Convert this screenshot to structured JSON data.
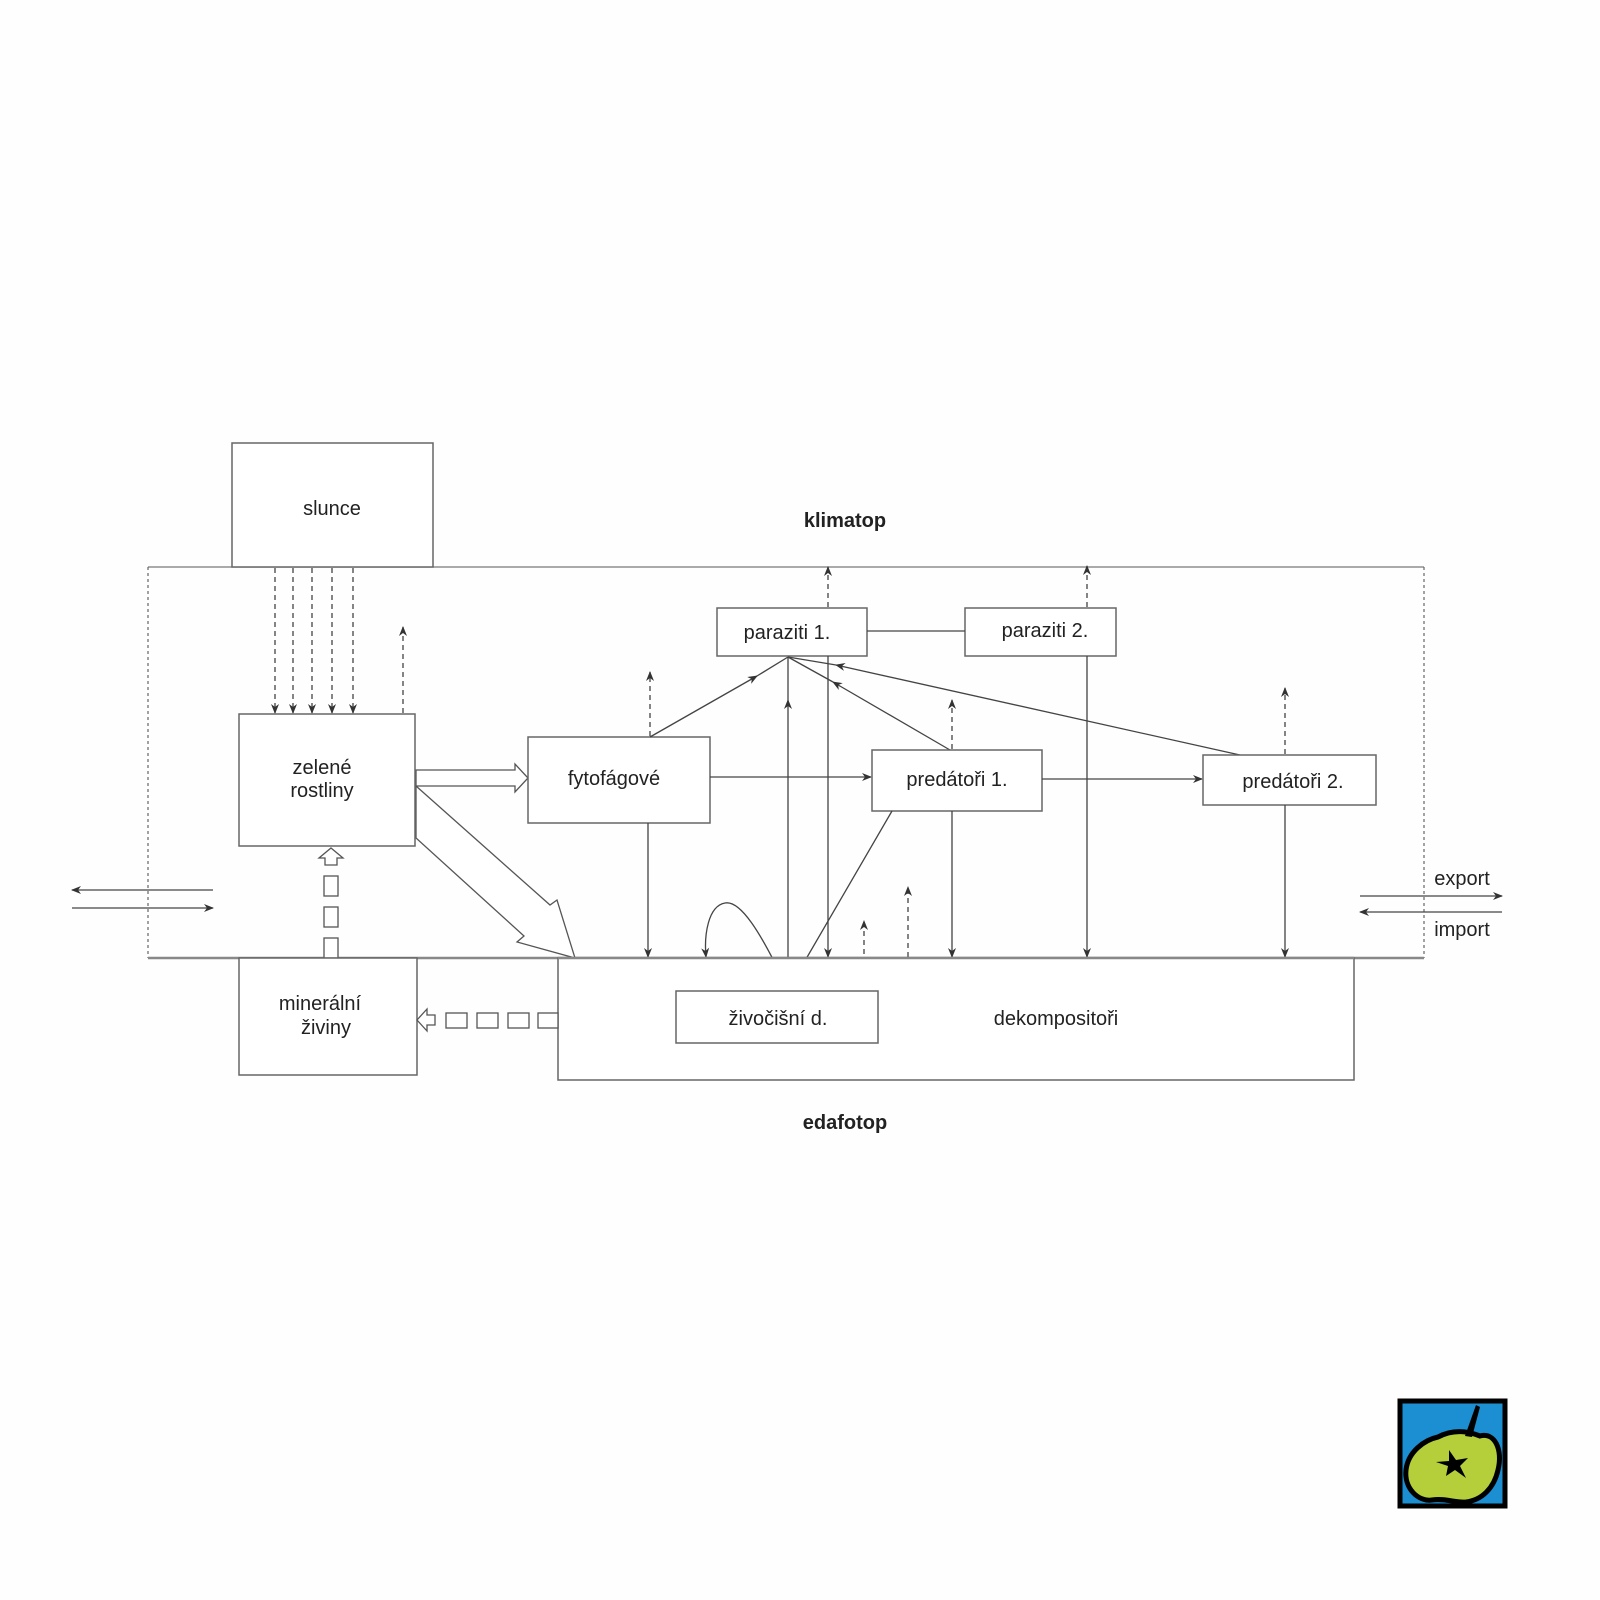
{
  "diagram": {
    "title_top": "klimatop",
    "title_bottom": "edafotop",
    "nodes": {
      "sun": "slunce",
      "plants_line1": "zelené",
      "plants_line2": "rostliny",
      "herbivores": "fytofágové",
      "parasites1": "paraziti 1.",
      "parasites2": "paraziti 2.",
      "predators1": "predátoři 1.",
      "predators2": "predátoři 2.",
      "minerals_line1": "minerální",
      "minerals_line2": "živiny",
      "animal_decomposers": "živočišní d.",
      "decomposers": "dekompositoři"
    },
    "flows": {
      "export": "export",
      "import": "import"
    }
  },
  "logo": {
    "colors": {
      "background": "#1b8fd2",
      "apple": "#b5cf3a",
      "border": "#000000"
    }
  }
}
